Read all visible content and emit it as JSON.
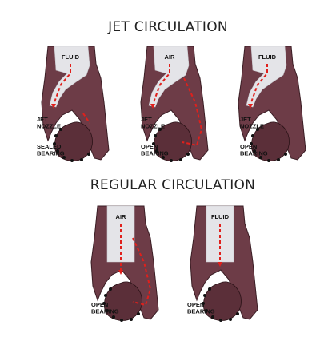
{
  "sections": [
    {
      "title": "JET CIRCULATION",
      "bits": [
        {
          "fluid": "FLUID",
          "labels": [
            "JET NOZZLE",
            "SEALED BEARING"
          ]
        },
        {
          "fluid": "AIR",
          "labels": [
            "JET NOZZLE",
            "OPEN BEARING"
          ]
        },
        {
          "fluid": "FLUID",
          "labels": [
            "JET NOZZLE",
            "OPEN BEARING"
          ]
        }
      ]
    },
    {
      "title": "REGULAR CIRCULATION",
      "bits": [
        {
          "fluid": "AIR",
          "labels": [
            "OPEN BEARING"
          ]
        },
        {
          "fluid": "FLUID",
          "labels": [
            "OPEN BEARING"
          ]
        }
      ]
    }
  ],
  "colors": {
    "body": "#6d3c47",
    "channel": "#e4e4e8",
    "arrow": "#e0201c"
  }
}
